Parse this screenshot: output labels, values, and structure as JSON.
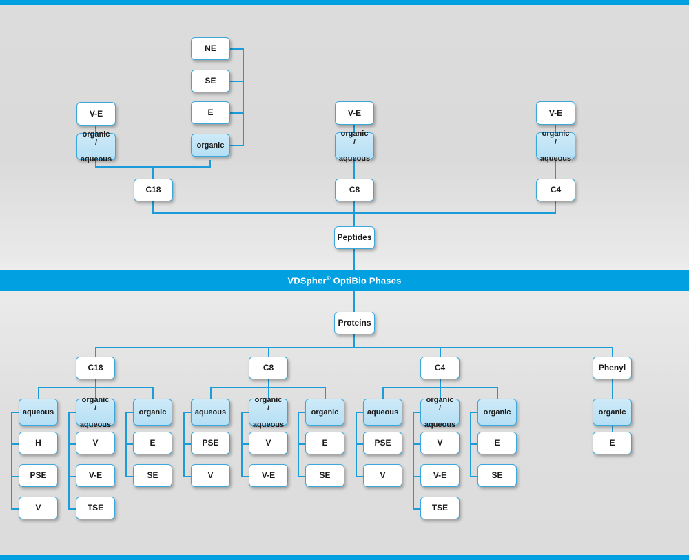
{
  "banner": {
    "brand": "VDSpher",
    "registered": "®",
    "suffix": " OptiBio Phases",
    "bg_color": "#00a0e1",
    "text_color": "#ffffff"
  },
  "theme": {
    "line_color": "#1b9cd8",
    "box_border": "#3aa8dd",
    "box_fill_white": "#ffffff",
    "box_fill_blue": "#b6dff4",
    "page_bg": "#dedede"
  },
  "peptides": {
    "root_label": "Peptides",
    "columns": [
      {
        "ligand": "C18",
        "groups": [
          {
            "mode": "organic /\naqueous",
            "mode_line1": "organic /",
            "mode_line2": "aqueous",
            "parent": "V-E",
            "children": []
          },
          {
            "mode": "organic",
            "parent": null,
            "children": [
              "NE",
              "SE",
              "E"
            ]
          }
        ]
      },
      {
        "ligand": "C8",
        "groups": [
          {
            "mode_line1": "organic /",
            "mode_line2": "aqueous",
            "parent": "V-E",
            "children": []
          }
        ]
      },
      {
        "ligand": "C4",
        "groups": [
          {
            "mode_line1": "organic /",
            "mode_line2": "aqueous",
            "parent": "V-E",
            "children": []
          }
        ]
      }
    ]
  },
  "proteins": {
    "root_label": "Proteins",
    "columns": [
      {
        "ligand": "C18",
        "groups": [
          {
            "mode": "aqueous",
            "children": [
              "H",
              "PSE",
              "V"
            ]
          },
          {
            "mode_line1": "organic /",
            "mode_line2": "aqueous",
            "children": [
              "V",
              "V-E",
              "TSE"
            ]
          },
          {
            "mode": "organic",
            "children": [
              "E",
              "SE"
            ]
          }
        ]
      },
      {
        "ligand": "C8",
        "groups": [
          {
            "mode": "aqueous",
            "children": [
              "PSE",
              "V"
            ]
          },
          {
            "mode_line1": "organic /",
            "mode_line2": "aqueous",
            "children": [
              "V",
              "V-E"
            ]
          },
          {
            "mode": "organic",
            "children": [
              "E",
              "SE"
            ]
          }
        ]
      },
      {
        "ligand": "C4",
        "groups": [
          {
            "mode": "aqueous",
            "children": [
              "PSE",
              "V"
            ]
          },
          {
            "mode_line1": "organic /",
            "mode_line2": "aqueous",
            "children": [
              "V",
              "V-E",
              "TSE"
            ]
          },
          {
            "mode": "organic",
            "children": [
              "E",
              "SE"
            ]
          }
        ]
      },
      {
        "ligand": "Phenyl",
        "groups": [
          {
            "mode": "organic",
            "children": [
              "E"
            ]
          }
        ]
      }
    ]
  },
  "labels": {
    "p_top_ne": "NE",
    "p_top_se": "SE",
    "p_top_e": "E",
    "p_top_organic": "organic",
    "p_c18_ve": "V-E",
    "p_c18_oa1": "organic /",
    "p_c18_oa2": "aqueous",
    "p_c18": "C18",
    "p_c8_ve": "V-E",
    "p_c8_oa1": "organic /",
    "p_c8_oa2": "aqueous",
    "p_c8": "C8",
    "p_c4_ve": "V-E",
    "p_c4_oa1": "organic /",
    "p_c4_oa2": "aqueous",
    "p_c4": "C4",
    "peptides": "Peptides",
    "proteins": "Proteins",
    "b_c18": "C18",
    "b_c8": "C8",
    "b_c4": "C4",
    "b_phenyl": "Phenyl",
    "b_c18_aq": "aqueous",
    "b_c18_aq_1": "H",
    "b_c18_aq_2": "PSE",
    "b_c18_aq_3": "V",
    "b_c18_oa1": "organic /",
    "b_c18_oa2": "aqueous",
    "b_c18_oa_1": "V",
    "b_c18_oa_2": "V-E",
    "b_c18_oa_3": "TSE",
    "b_c18_or": "organic",
    "b_c18_or_1": "E",
    "b_c18_or_2": "SE",
    "b_c8_aq": "aqueous",
    "b_c8_aq_1": "PSE",
    "b_c8_aq_2": "V",
    "b_c8_oa1": "organic /",
    "b_c8_oa2": "aqueous",
    "b_c8_oa_1": "V",
    "b_c8_oa_2": "V-E",
    "b_c8_or": "organic",
    "b_c8_or_1": "E",
    "b_c8_or_2": "SE",
    "b_c4_aq": "aqueous",
    "b_c4_aq_1": "PSE",
    "b_c4_aq_2": "V",
    "b_c4_oa1": "organic /",
    "b_c4_oa2": "aqueous",
    "b_c4_oa_1": "V",
    "b_c4_oa_2": "V-E",
    "b_c4_oa_3": "TSE",
    "b_c4_or": "organic",
    "b_c4_or_1": "E",
    "b_c4_or_2": "SE",
    "b_ph_or": "organic",
    "b_ph_or_1": "E"
  }
}
